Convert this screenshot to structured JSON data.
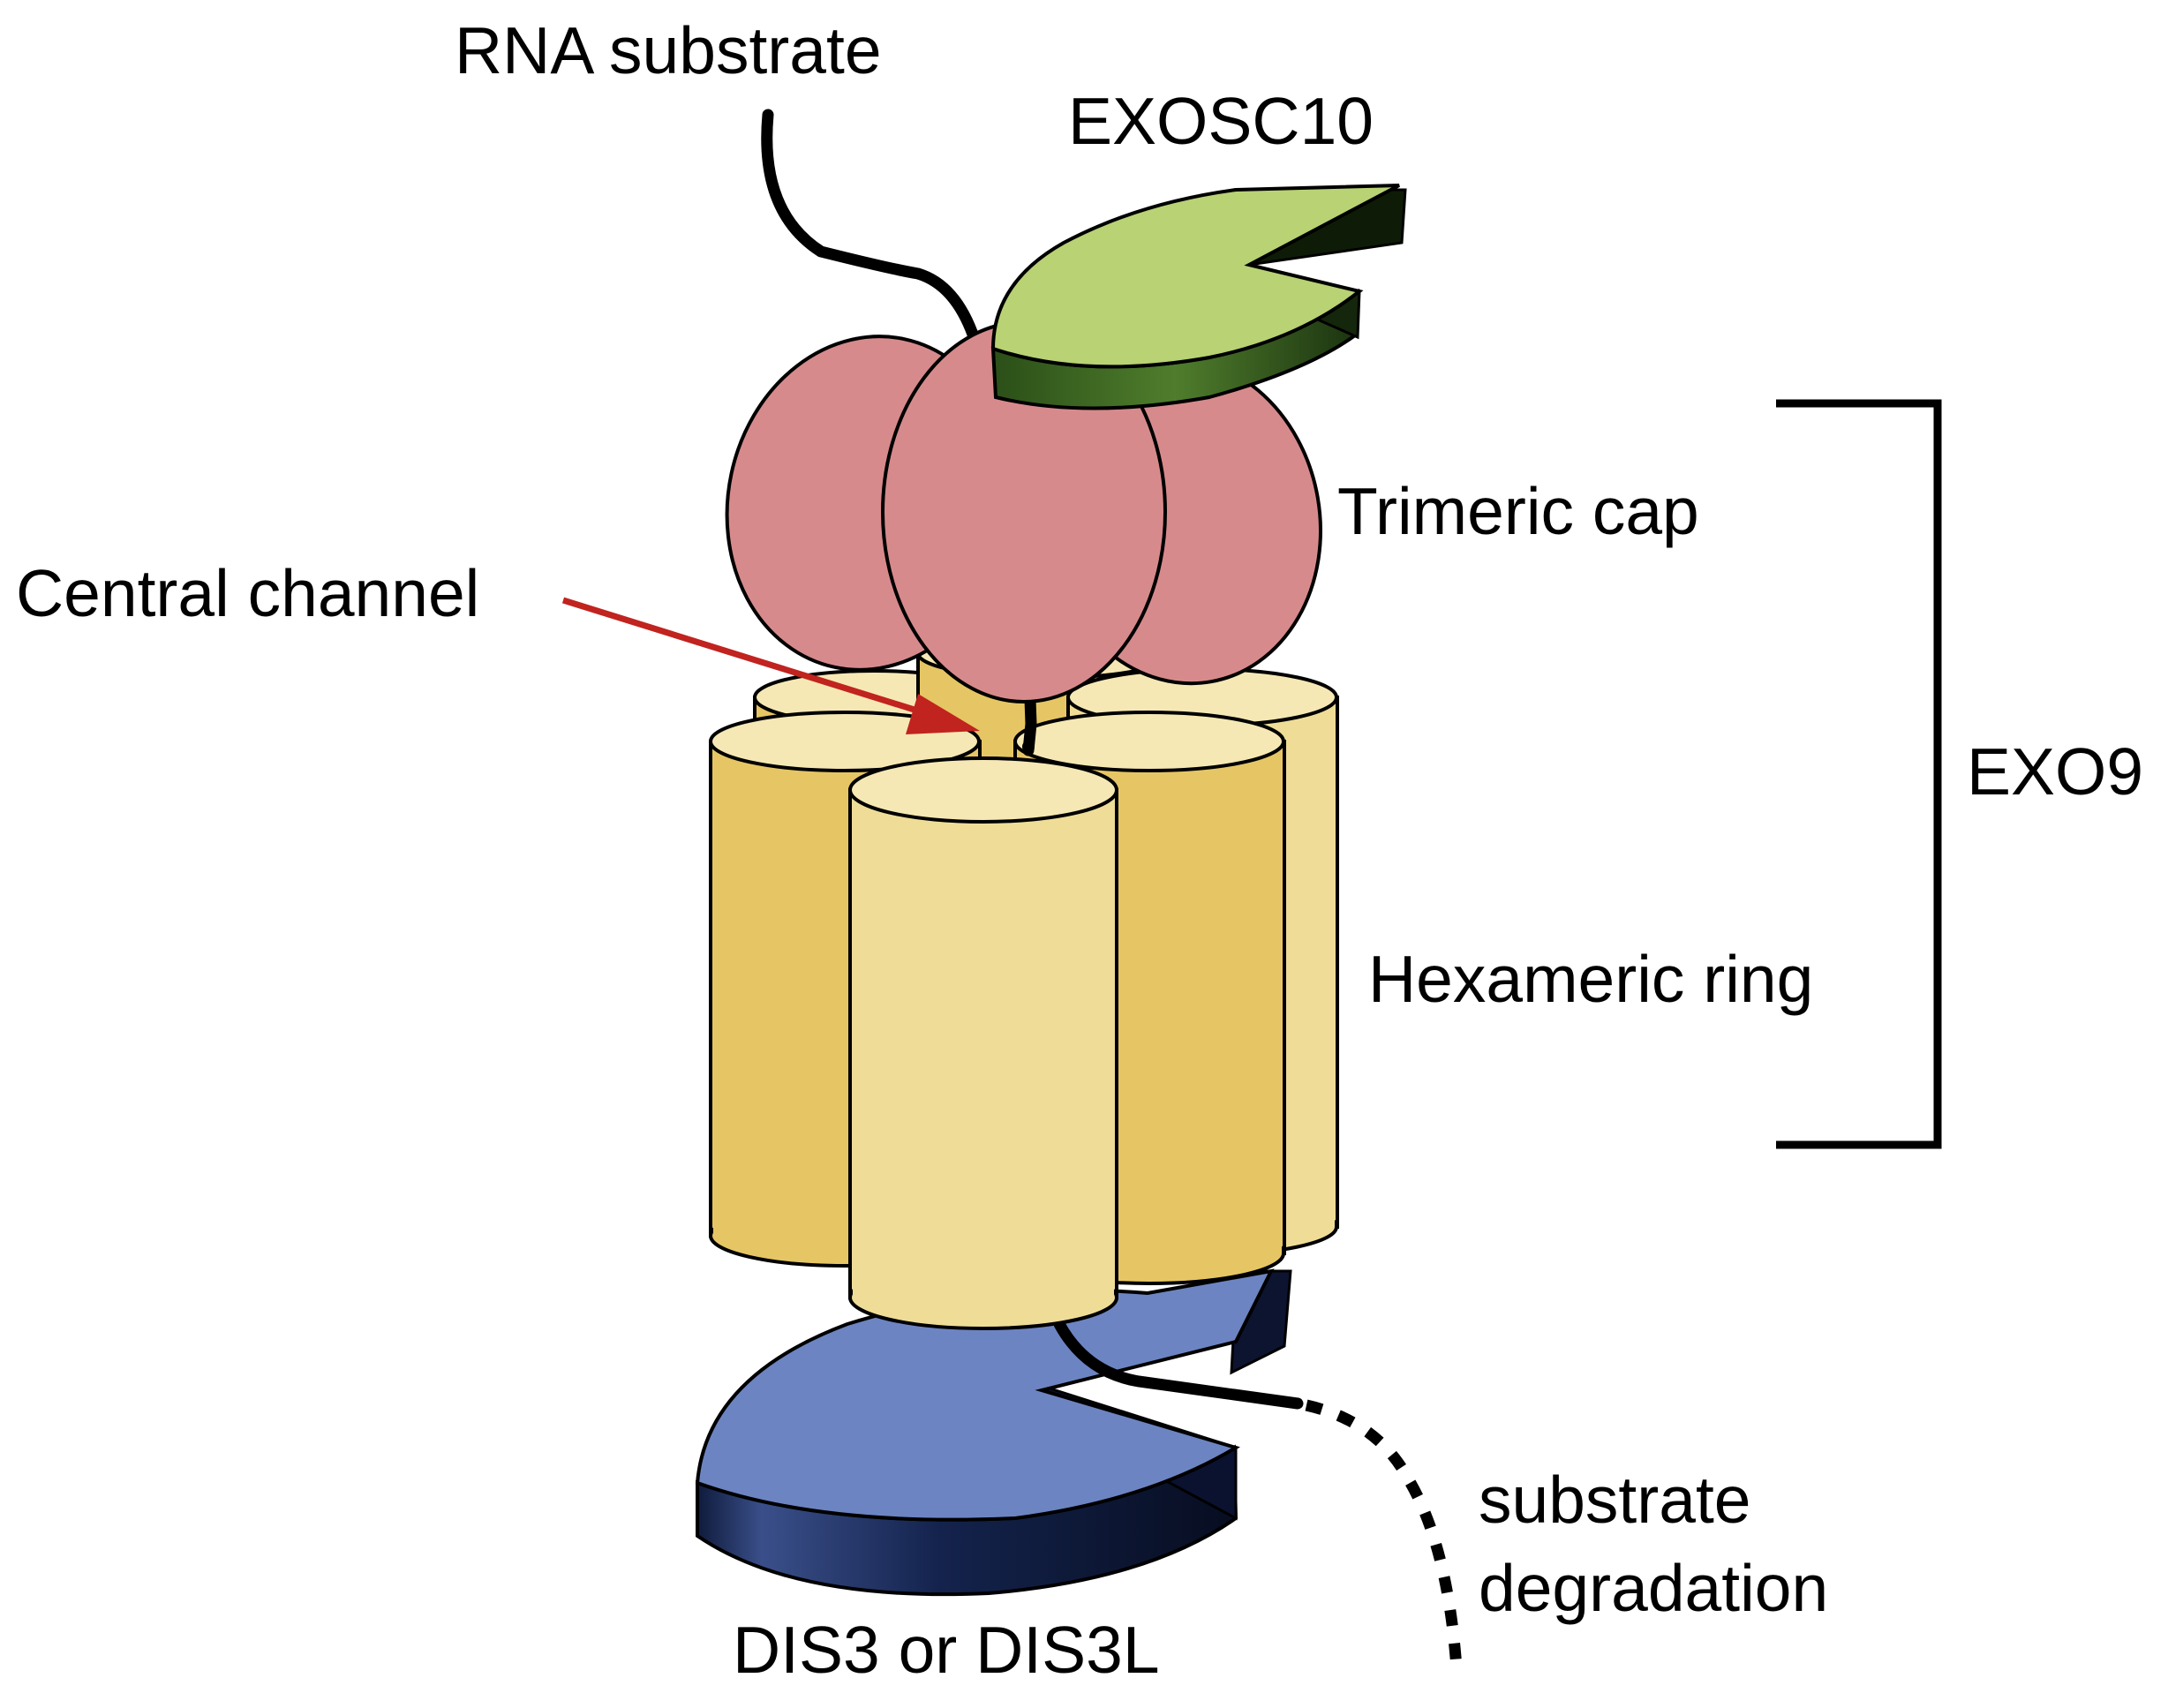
{
  "labels": {
    "rna_substrate": "RNA substrate",
    "exosc10": "EXOSC10",
    "trimeric_cap": "Trimeric cap",
    "central_channel": "Central channel",
    "exo9": "EXO9",
    "hexameric_ring": "Hexameric ring",
    "substrate_degradation_line1": "substrate",
    "substrate_degradation_line2": "degradation",
    "dis3": "DIS3 or DIS3L"
  },
  "colors": {
    "exosc10_top": "#b8d274",
    "exosc10_side": "#2f5a1c",
    "cap": "#d78a8c",
    "ring_front": "#efdd97",
    "ring_back": "#e6c664",
    "ring_top": "#f6e8b4",
    "dis3_top": "#6d84c2",
    "dis3_side": "#16264f",
    "arrow": "#c1231f",
    "outline": "#000000"
  }
}
